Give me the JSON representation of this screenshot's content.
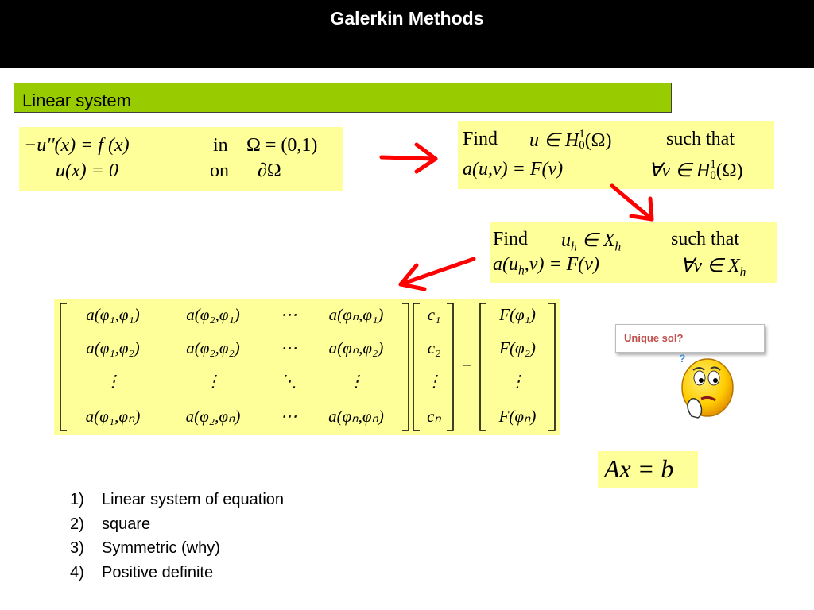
{
  "slide": {
    "title": "Galerkin Methods",
    "section": "Linear system"
  },
  "strong_form": {
    "line1_lhs": "−u''(x) = f (x)",
    "line1_in": "in",
    "line1_domain": "Ω = (0,1)",
    "line2_lhs": "u(x) = 0",
    "line2_on": "on",
    "line2_boundary": "∂Ω"
  },
  "weak_form": {
    "find": "Find",
    "u_in": "u ∈ H",
    "space_sup": "1",
    "space_sub": "0",
    "space_arg": "(Ω)",
    "such_that": "such  that",
    "eq": "a(u,v) = F(v)",
    "forall": "∀v ∈ H",
    "forall_arg": "(Ω)"
  },
  "discrete_form": {
    "find": "Find",
    "u": "u",
    "h": "h",
    "in_x": "∈ X",
    "such_that": "such  that",
    "eq_a": "a(u",
    "eq_b": ",v) = F(v)",
    "forall": "∀v ∈ X"
  },
  "matrix": {
    "rows": [
      [
        "a(φ₁,φ₁)",
        "a(φ₂,φ₁)",
        "⋯",
        "a(φₙ,φ₁)"
      ],
      [
        "a(φ₁,φ₂)",
        "a(φ₂,φ₂)",
        "⋯",
        "a(φₙ,φ₂)"
      ],
      [
        "⋮",
        "⋮",
        "⋱",
        "⋮"
      ],
      [
        "a(φ₁,φₙ)",
        "a(φ₂,φₙ)",
        "⋯",
        "a(φₙ,φₙ)"
      ]
    ],
    "unknowns": [
      "c₁",
      "c₂",
      "⋮",
      "cₙ"
    ],
    "equals": "=",
    "rhs": [
      "F(φ₁)",
      "F(φ₂)",
      "⋮",
      "F(φₙ)"
    ]
  },
  "compact": "Ax = b",
  "callout": "Unique sol?",
  "properties": [
    {
      "num": "1)",
      "text": "Linear system of equation"
    },
    {
      "num": "2)",
      "text": "square"
    },
    {
      "num": "3)",
      "text": "Symmetric  (why)"
    },
    {
      "num": "4)",
      "text": "Positive definite"
    }
  ],
  "colors": {
    "header_bg": "#000000",
    "section_bar": "#99cc00",
    "math_bg": "#ffff99",
    "arrow": "#ff0000",
    "callout_text": "#c0504d",
    "emoji_face": "#ffcc00"
  },
  "icons": [
    "arrow-right-icon",
    "arrow-down-right-icon",
    "arrow-left-icon",
    "thinking-face-icon"
  ]
}
